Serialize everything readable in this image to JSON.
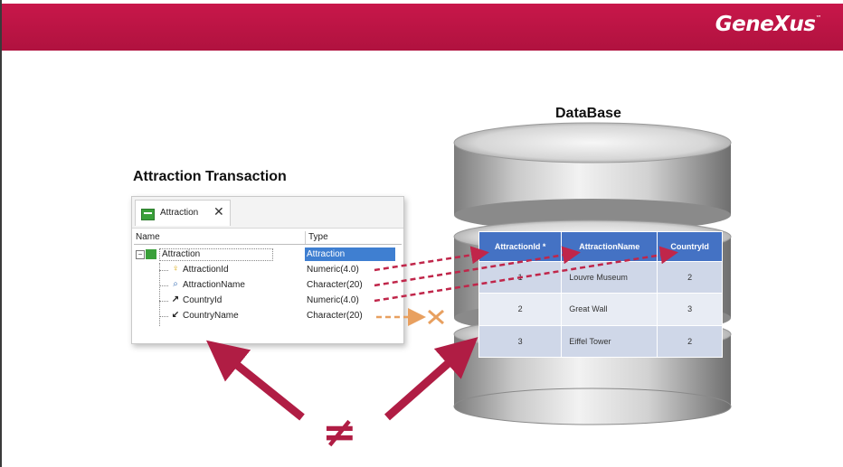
{
  "header": {
    "brand": "GeneXus",
    "brand_mark": "™",
    "color": "#c0154a"
  },
  "transaction": {
    "heading": "Attraction Transaction",
    "tab_label": "Attraction",
    "tab_close": "✕",
    "columns": {
      "name": "Name",
      "type": "Type"
    },
    "root": {
      "name": "Attraction",
      "type": "Attraction"
    },
    "attributes": [
      {
        "name": "AttractionId",
        "type": "Numeric(4.0)",
        "icon": "key-icon"
      },
      {
        "name": "AttractionName",
        "type": "Character(20)",
        "icon": "search-icon"
      },
      {
        "name": "CountryId",
        "type": "Numeric(4.0)",
        "icon": "foreign-key-icon"
      },
      {
        "name": "CountryName",
        "type": "Character(20)",
        "icon": "inferred-icon"
      }
    ]
  },
  "database": {
    "heading": "DataBase",
    "headers": [
      "AttractionId *",
      "AttractionName",
      "CountryId"
    ],
    "rows": [
      [
        "1",
        "Louvre Museum",
        "2"
      ],
      [
        "2",
        "Great Wall",
        "3"
      ],
      [
        "3",
        "Eiffel Tower",
        "2"
      ]
    ]
  },
  "symbol": {
    "not_equal": "≠"
  },
  "colors": {
    "arrow_dashed": "#c0264a",
    "arrow_disconnected": "#e8a060",
    "arrow_solid": "#b01d44",
    "table_header": "#4472c4"
  }
}
